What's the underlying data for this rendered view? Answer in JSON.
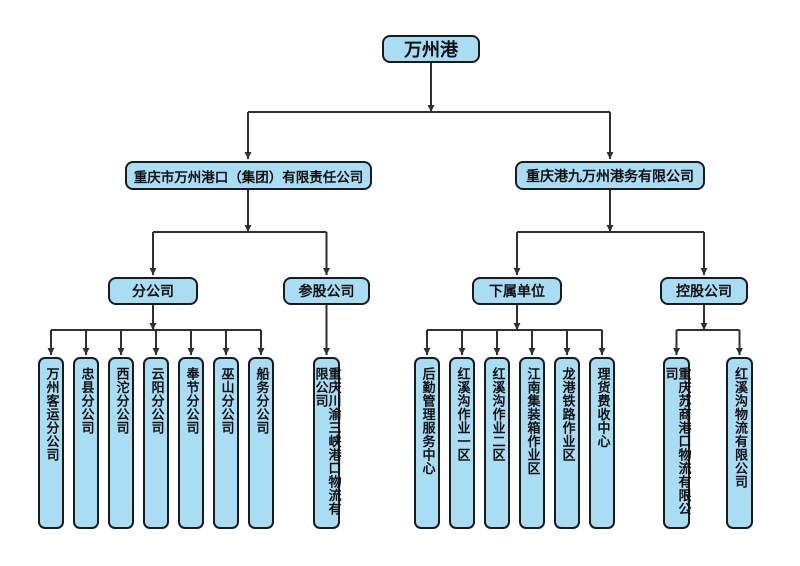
{
  "background": "#ffffff",
  "colors": {
    "box_fill": "#a9ddf4",
    "box_border": "#1b1b1b",
    "connector": "#303030",
    "text": "#111111"
  },
  "org_chart": {
    "root": {
      "label": "万州港"
    },
    "groups": [
      {
        "label": "重庆市万州港口（集团）有限责任公司"
      },
      {
        "label": "重庆港九万州港务有限公司"
      }
    ],
    "categories": [
      {
        "label": "分公司"
      },
      {
        "label": "参股公司"
      },
      {
        "label": "下属单位"
      },
      {
        "label": "控股公司"
      }
    ],
    "units": {
      "branch_companies": [
        "万州客运分公司",
        "忠县分公司",
        "西沱分公司",
        "云阳分公司",
        "奉节分公司",
        "巫山分公司",
        "船务分公司"
      ],
      "equity_companies": [
        "重庆川渝三峡港口物流有限公司"
      ],
      "subordinate_units": [
        "后勤管理服务中心",
        "红溪沟作业一区",
        "红溪沟作业二区",
        "江南集装箱作业区",
        "龙港铁路作业区",
        "理货费收中心"
      ],
      "holding_companies": [
        "重庆苏商港口物流有限公司",
        "红溪沟物流有限公司"
      ]
    }
  }
}
